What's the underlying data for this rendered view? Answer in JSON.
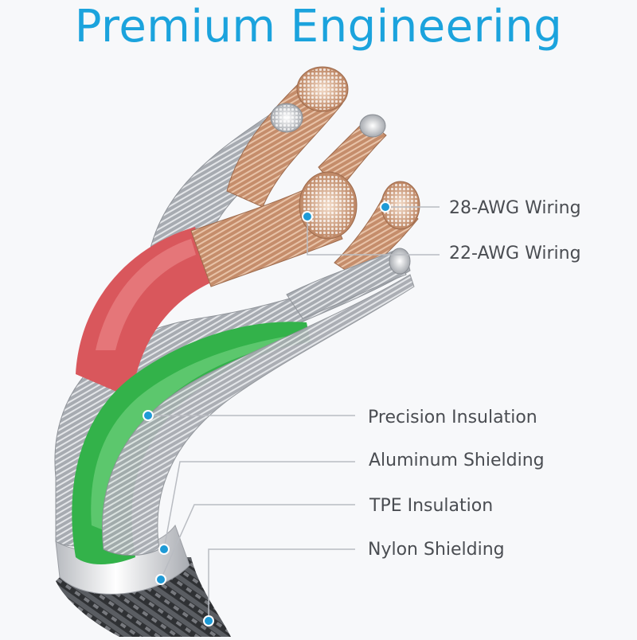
{
  "title": "Premium Engineering",
  "colors": {
    "title": "#1ba3dd",
    "accent_dot": "#1e9ad6",
    "leader_line": "#b9bcc2",
    "red_insulation": "#d9575c",
    "green_insulation": "#33b24a",
    "copper": "#c89170",
    "silver": "#b9bcc2",
    "braid": "#3b3d40",
    "background": "#f7f8fa"
  },
  "labels": {
    "awg28": "28-AWG Wiring",
    "awg22": "22-AWG Wiring",
    "precision_insulation": "Precision Insulation",
    "aluminum_shielding": "Aluminum Shielding",
    "tpe_insulation": "TPE Insulation",
    "nylon_shielding": "Nylon Shielding"
  }
}
